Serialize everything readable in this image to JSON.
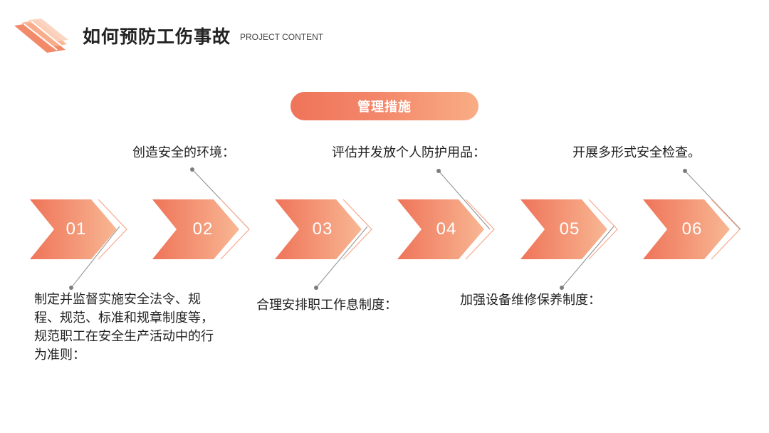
{
  "header": {
    "title": "如何预防工伤事故",
    "subtitle": "PROJECT CONTENT"
  },
  "pill": {
    "label": "管理措施"
  },
  "steps": [
    {
      "num": "01"
    },
    {
      "num": "02"
    },
    {
      "num": "03"
    },
    {
      "num": "04"
    },
    {
      "num": "05"
    },
    {
      "num": "06"
    }
  ],
  "captions": {
    "s01": "制定并监督实施安全法令、规程、规范、标准和规章制度等，规范职工在安全生产活动中的行为准则：",
    "s02": "创造安全的环境：",
    "s03": "合理安排职工作息制度：",
    "s04": "评估并发放个人防护用品：",
    "s05": "加强设备维修保养制度：",
    "s06": "开展多形式安全检查。"
  },
  "colors": {
    "accent_start": "#ef7459",
    "accent_end": "#f9ad84",
    "outline": "#f7a98d",
    "connector": "#888888"
  }
}
